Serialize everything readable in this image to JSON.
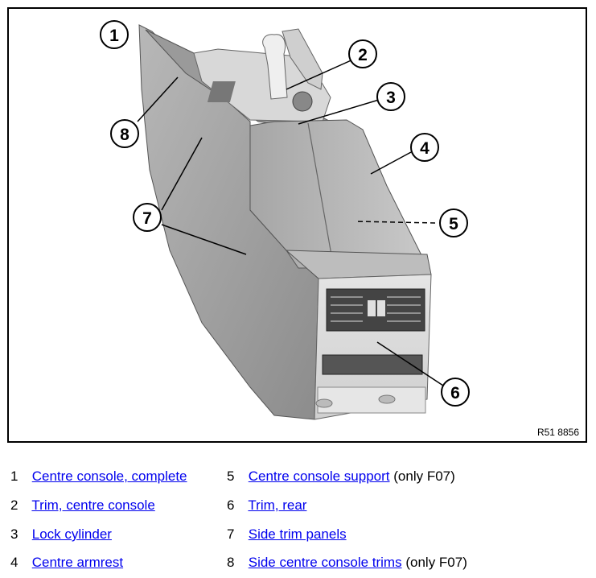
{
  "figure": {
    "reference_code": "R51 8856",
    "callouts": [
      "1",
      "2",
      "3",
      "4",
      "5",
      "6",
      "7",
      "8"
    ]
  },
  "legend": [
    {
      "num": "1",
      "link": "Centre console, complete",
      "note": ""
    },
    {
      "num": "2",
      "link": "Trim, centre console",
      "note": ""
    },
    {
      "num": "3",
      "link": "Lock cylinder",
      "note": ""
    },
    {
      "num": "4",
      "link": "Centre armrest",
      "note": ""
    },
    {
      "num": "5",
      "link": "Centre console support",
      "note": "(only F07)"
    },
    {
      "num": "6",
      "link": "Trim, rear",
      "note": ""
    },
    {
      "num": "7",
      "link": "Side trim panels",
      "note": ""
    },
    {
      "num": "8",
      "link": "Side centre console trims",
      "note": "(only F07)"
    }
  ],
  "colors": {
    "link": "#0000ee",
    "border": "#000000"
  }
}
